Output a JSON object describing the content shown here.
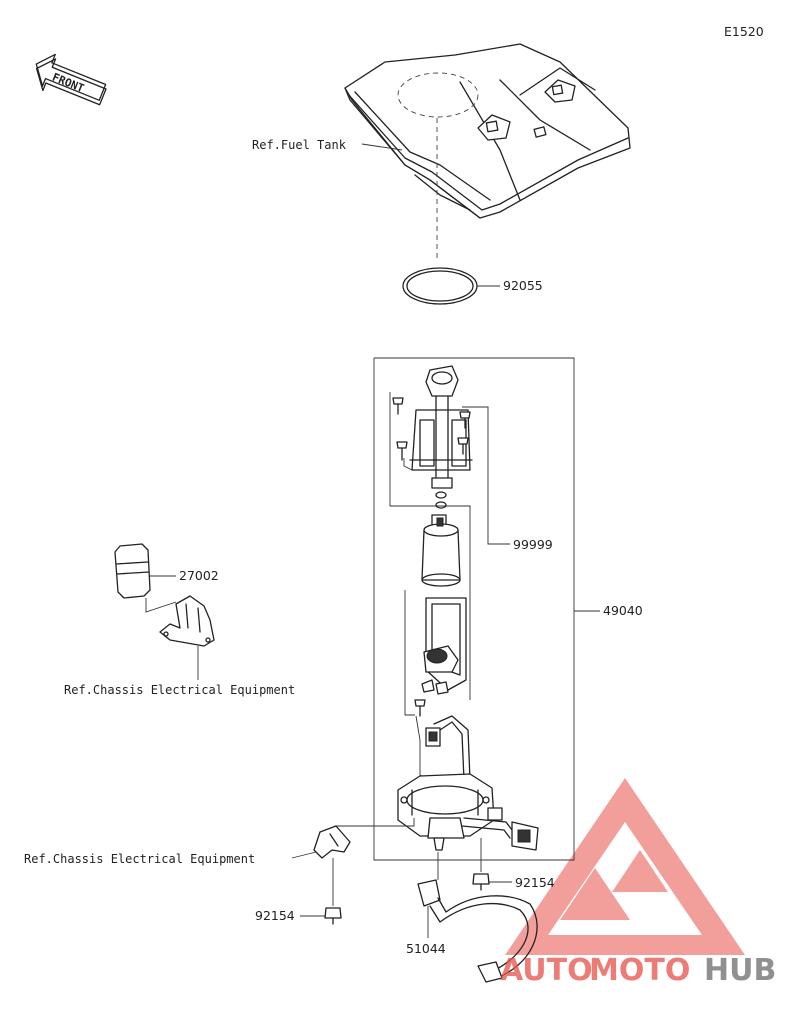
{
  "diagram_code": "E1520",
  "front_label": "FRONT",
  "labels": {
    "fuel_tank": "Ref.Fuel Tank",
    "chassis_electrical_1": "Ref.Chassis Electrical Equipment",
    "chassis_electrical_2": "Ref.Chassis Electrical Equipment"
  },
  "parts": {
    "gasket": "92055",
    "pump_assy": "49040",
    "sub_assy": "99999",
    "relay": "27002",
    "bolt_upper": "92154",
    "bolt_lower": "92154",
    "hose": "51044"
  },
  "watermark": {
    "part1": "AUTO",
    "part2": "MOTO",
    "part3": "HUB",
    "color_red": "#e8514a",
    "color_gray": "#6b6b6b"
  }
}
